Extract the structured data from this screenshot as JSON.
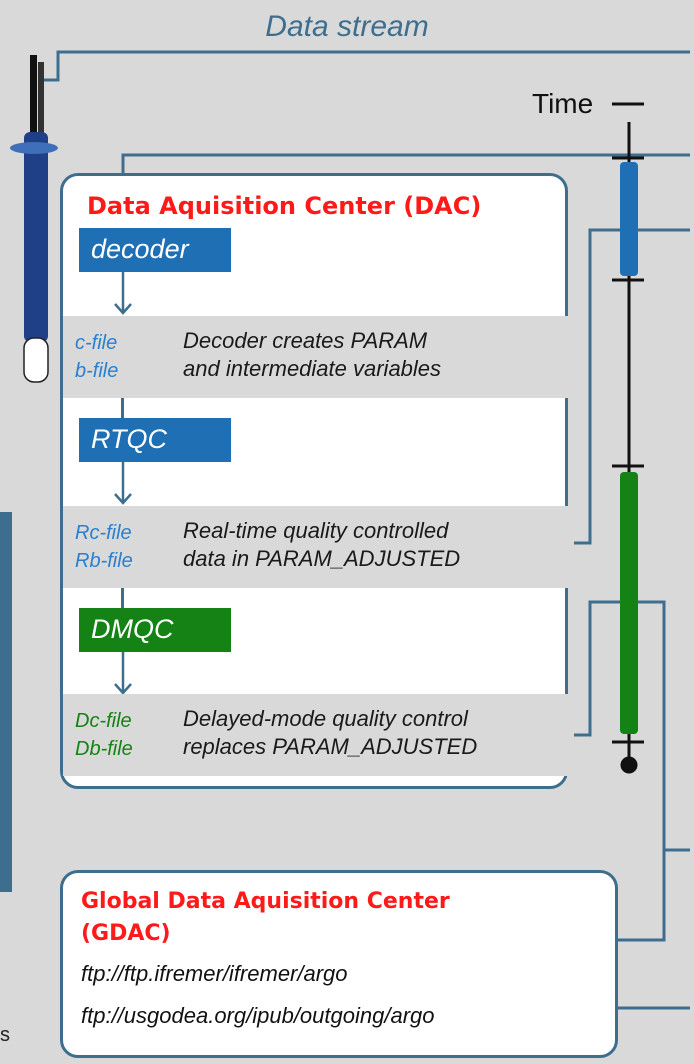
{
  "diagram": {
    "stream_label": "Data stream",
    "time_label": "Time",
    "dac": {
      "title": "Data Aquisition Center (DAC)",
      "stages": [
        {
          "tag": "decoder",
          "tag_color": "#1f6fb5",
          "files": [
            "c-file",
            "b-file"
          ],
          "file_color": "#2b7fcf",
          "desc": [
            "Decoder creates PARAM",
            "and intermediate variables"
          ]
        },
        {
          "tag": "RTQC",
          "tag_color": "#1f6fb5",
          "files": [
            "Rc-file",
            "Rb-file"
          ],
          "file_color": "#2b7fcf",
          "desc": [
            "Real-time quality controlled",
            "data in PARAM_ADJUSTED"
          ]
        },
        {
          "tag": "DMQC",
          "tag_color": "#158215",
          "files": [
            "Dc-file",
            "Db-file"
          ],
          "file_color": "#158215",
          "desc": [
            "Delayed-mode quality control",
            "replaces PARAM_ADJUSTED"
          ]
        }
      ]
    },
    "gdac": {
      "title_line1": "Global Data Aquisition Center",
      "title_line2": "(GDAC)",
      "urls": [
        "ftp://ftp.ifremer/ifremer/argo",
        "ftp://usgodea.org/ipub/outgoing/argo"
      ]
    },
    "edge_fragment": "s",
    "colors": {
      "background": "#d9d9d9",
      "connector": "#3e6e8e",
      "title_red": "#ff1a1a",
      "realtime_blue": "#1f6fb5",
      "delayed_green": "#158215",
      "float_navy": "#1f3f86"
    }
  }
}
